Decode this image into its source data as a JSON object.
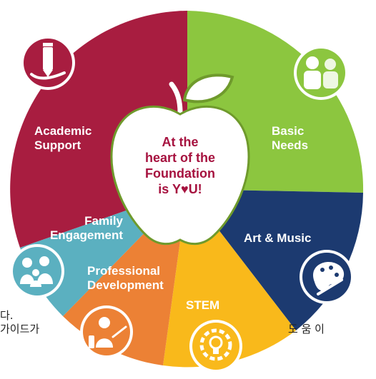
{
  "segments": [
    {
      "id": "academic",
      "label_line1": "Academic",
      "label_line2": "Support",
      "color": "#a81d40"
    },
    {
      "id": "basic",
      "label_line1": "Basic",
      "label_line2": "Needs",
      "color": "#8cc63f"
    },
    {
      "id": "art",
      "label": "Art & Music",
      "color": "#1c3a70"
    },
    {
      "id": "stem",
      "label": "STEM",
      "color": "#f9b91b"
    },
    {
      "id": "professional",
      "label_line1": "Professional",
      "label_line2": "Development",
      "color": "#ec8135"
    },
    {
      "id": "family",
      "label_line1": "Family",
      "label_line2": "Engagement",
      "color": "#5bb0c0"
    }
  ],
  "center": {
    "line1": "At the",
    "line2": "heart of the",
    "line3": "Foundation",
    "line4_prefix": "is Y",
    "line4_heart": "♥",
    "line4_suffix": "U!",
    "color": "#a6123f"
  },
  "icons": [
    {
      "name": "pencil-in-hand-icon",
      "segment": "academic"
    },
    {
      "name": "two-people-icon",
      "segment": "basic"
    },
    {
      "name": "paint-palette-icon",
      "segment": "art"
    },
    {
      "name": "lightbulb-gear-icon",
      "segment": "stem"
    },
    {
      "name": "teacher-pointing-icon",
      "segment": "professional"
    },
    {
      "name": "family-group-icon",
      "segment": "family"
    }
  ],
  "overlay_text": {
    "line1": "다.",
    "line2": "가이드가",
    "line3": "도  움  이"
  }
}
